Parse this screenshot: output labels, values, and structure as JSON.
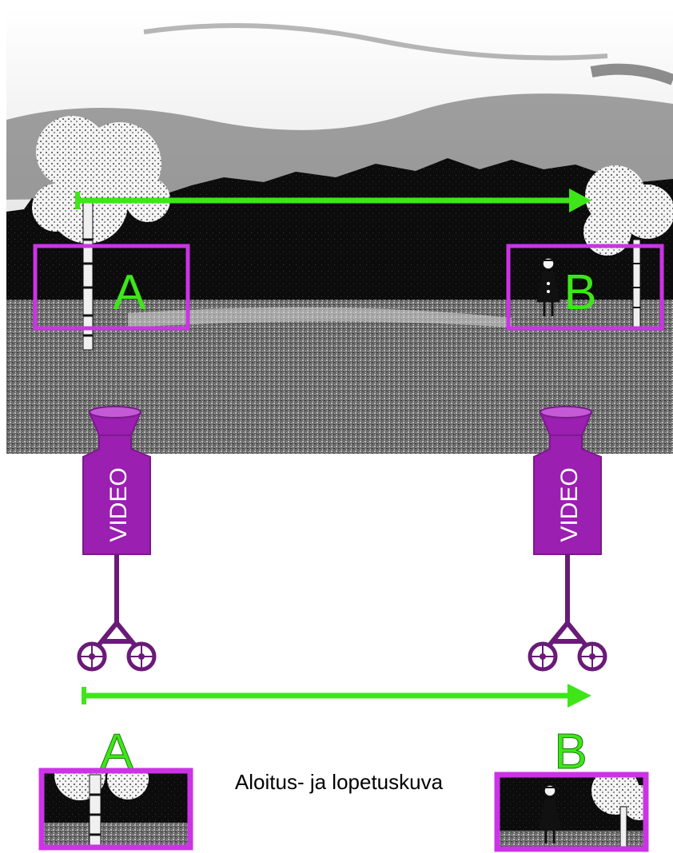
{
  "scene": {
    "frame_a_label": "A",
    "frame_b_label": "B"
  },
  "cameras": {
    "left_label": "VIDEO",
    "right_label": "VIDEO"
  },
  "frames": {
    "start_label": "A",
    "end_label": "B",
    "caption": "Aloitus- ja lopetuskuva"
  },
  "colors": {
    "accent_green": "#3ee619",
    "frame_magenta": "#cc33e6",
    "camera_purple": "#9b1fb0",
    "tripod_purple": "#6a1a78"
  }
}
